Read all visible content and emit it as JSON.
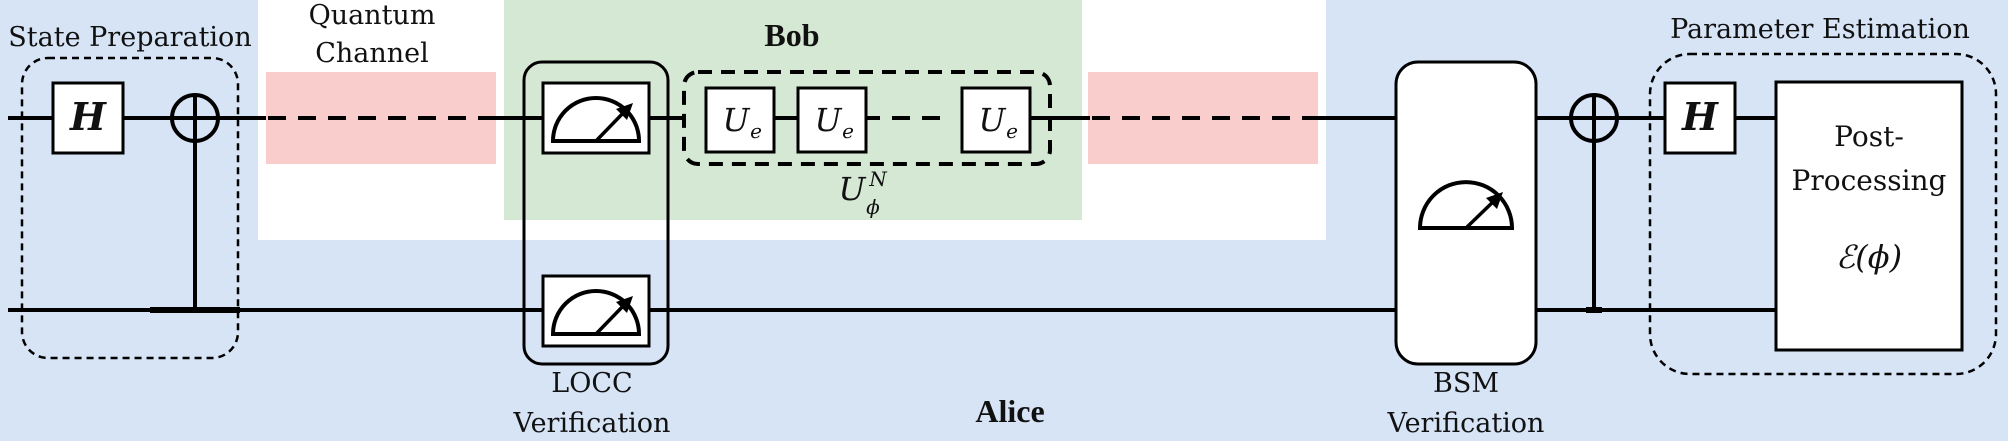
{
  "colors": {
    "alice_region": "#d6e4f6",
    "bob_region": "#d5e8d4",
    "channel": "#f8cdcc",
    "line": "#000000"
  },
  "labels": {
    "state_preparation": "State Preparation",
    "quantum_channel_line1": "Quantum",
    "quantum_channel_line2": "Channel",
    "bob": "Bob",
    "alice": "Alice",
    "parameter_estimation": "Parameter Estimation",
    "locc_line1": "LOCC",
    "locc_line2": "Verification",
    "bsm_line1": "BSM",
    "bsm_line2": "Verification",
    "post_processing_line1": "Post-",
    "post_processing_line2": "Processing",
    "estimator": "ℰ(ϕ)"
  },
  "gates": {
    "hadamard": "H",
    "unitary_base": "U",
    "unitary_sub": "e",
    "total_base": "U",
    "total_sup": "N",
    "total_sub": "ϕ"
  },
  "icons": [
    "meter-icon",
    "cnot-target-icon",
    "control-dot-icon"
  ]
}
